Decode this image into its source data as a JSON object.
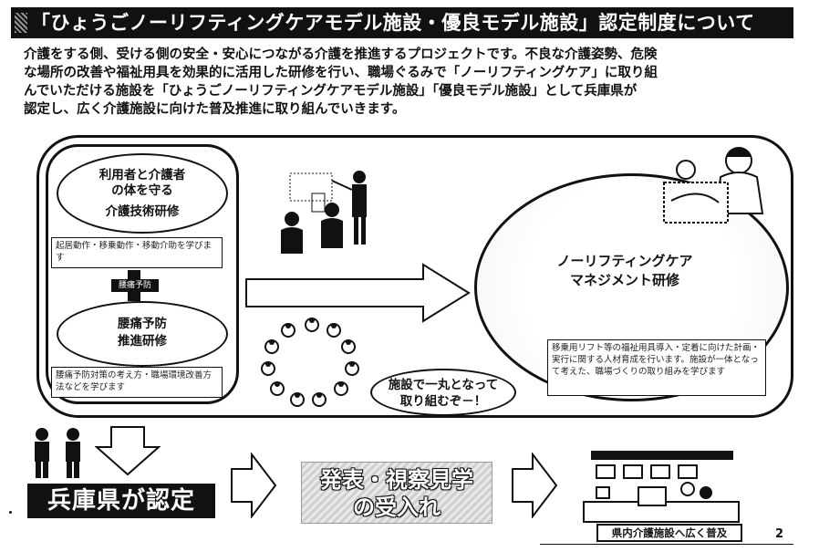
{
  "title": "「ひょうごノーリフティングケアモデル施設・優良モデル施設」認定制度について",
  "intro": [
    "介護をする側、受ける側の安全・安心につながる介護を推進するプロジェクトです。不良な介護姿勢、危険",
    "な場所の改善や福祉用具を効果的に活用した研修を行い、職場ぐるみで「ノーリフティングケア」に取り組",
    "んでいただける施設を「ひょうごノーリフティングケアモデル施設」「優良モデル施設」として兵庫県が",
    "認定し、広く介護施設に向けた普及推進に取り組んでいきます。"
  ],
  "left_panel": {
    "oval1_line1": "利用者と介護者",
    "oval1_line2": "の体を守る",
    "oval1_line3": "介護技術研修",
    "note1": "起居動作・移乗動作・移動介助を学びます",
    "connector": "腰痛予防",
    "oval2_line1": "腰痛予防",
    "oval2_line2": "推進研修",
    "note2": "腰痛予防対策の考え方・職場環境改善方法などを学びます"
  },
  "right_panel": {
    "title_line1": "ノーリフティングケア",
    "title_line2": "マネジメント研修",
    "note": "移乗用リフト等の福祉用具導入・定着に向けた計画・実行に関する人材育成を行います。施設が一体となって考えた、職場づくりの取り組みを学びます"
  },
  "bubble": {
    "line1": "施設で一丸となって",
    "line2": "取り組むぞ－！"
  },
  "flow": {
    "step1": "兵庫県が認定",
    "step2_line1": "発表・視察見学",
    "step2_line2": "の受入れ",
    "step3": "県内介護施設へ広く普及"
  },
  "page_number": "2"
}
